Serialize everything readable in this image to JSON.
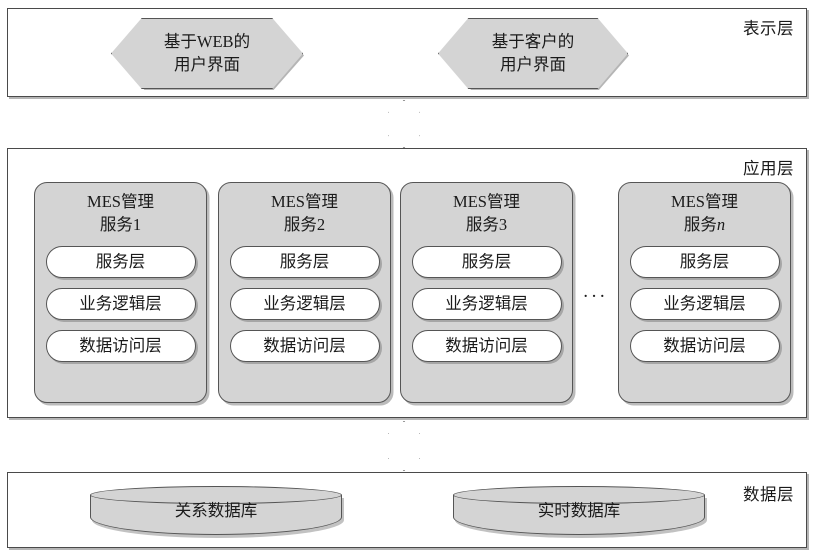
{
  "diagram": {
    "title_presentation": "表示层",
    "title_application": "应用层",
    "title_data": "数据层",
    "ellipsis": "···",
    "colors": {
      "fill_gray": "#d4d4d4",
      "fill_white": "#ffffff",
      "stroke": "#555555",
      "panel_stroke": "#4a4a4a",
      "text": "#1a1a1a",
      "shadow": "rgba(120,120,120,0.5)"
    }
  },
  "presentation": {
    "interfaces": [
      {
        "line1": "基于WEB的",
        "line2": "用户界面"
      },
      {
        "line1": "基于客户的",
        "line2": "用户界面"
      }
    ]
  },
  "application": {
    "services": [
      {
        "head_line1": "MES管理",
        "head_prefix": "服务",
        "head_suffix": "1",
        "head_suffix_italic": false,
        "layers": [
          "服务层",
          "业务逻辑层",
          "数据访问层"
        ]
      },
      {
        "head_line1": "MES管理",
        "head_prefix": "服务",
        "head_suffix": "2",
        "head_suffix_italic": false,
        "layers": [
          "服务层",
          "业务逻辑层",
          "数据访问层"
        ]
      },
      {
        "head_line1": "MES管理",
        "head_prefix": "服务",
        "head_suffix": "3",
        "head_suffix_italic": false,
        "layers": [
          "服务层",
          "业务逻辑层",
          "数据访问层"
        ]
      },
      {
        "head_line1": "MES管理",
        "head_prefix": "服务",
        "head_suffix": "n",
        "head_suffix_italic": true,
        "layers": [
          "服务层",
          "业务逻辑层",
          "数据访问层"
        ]
      }
    ]
  },
  "data_layer": {
    "databases": [
      {
        "label": "关系数据库"
      },
      {
        "label": "实时数据库"
      }
    ]
  },
  "connectors": [
    {
      "name": "presentation-to-application",
      "kind": "double-arrow-vertical"
    },
    {
      "name": "application-to-data",
      "kind": "double-arrow-vertical"
    }
  ]
}
